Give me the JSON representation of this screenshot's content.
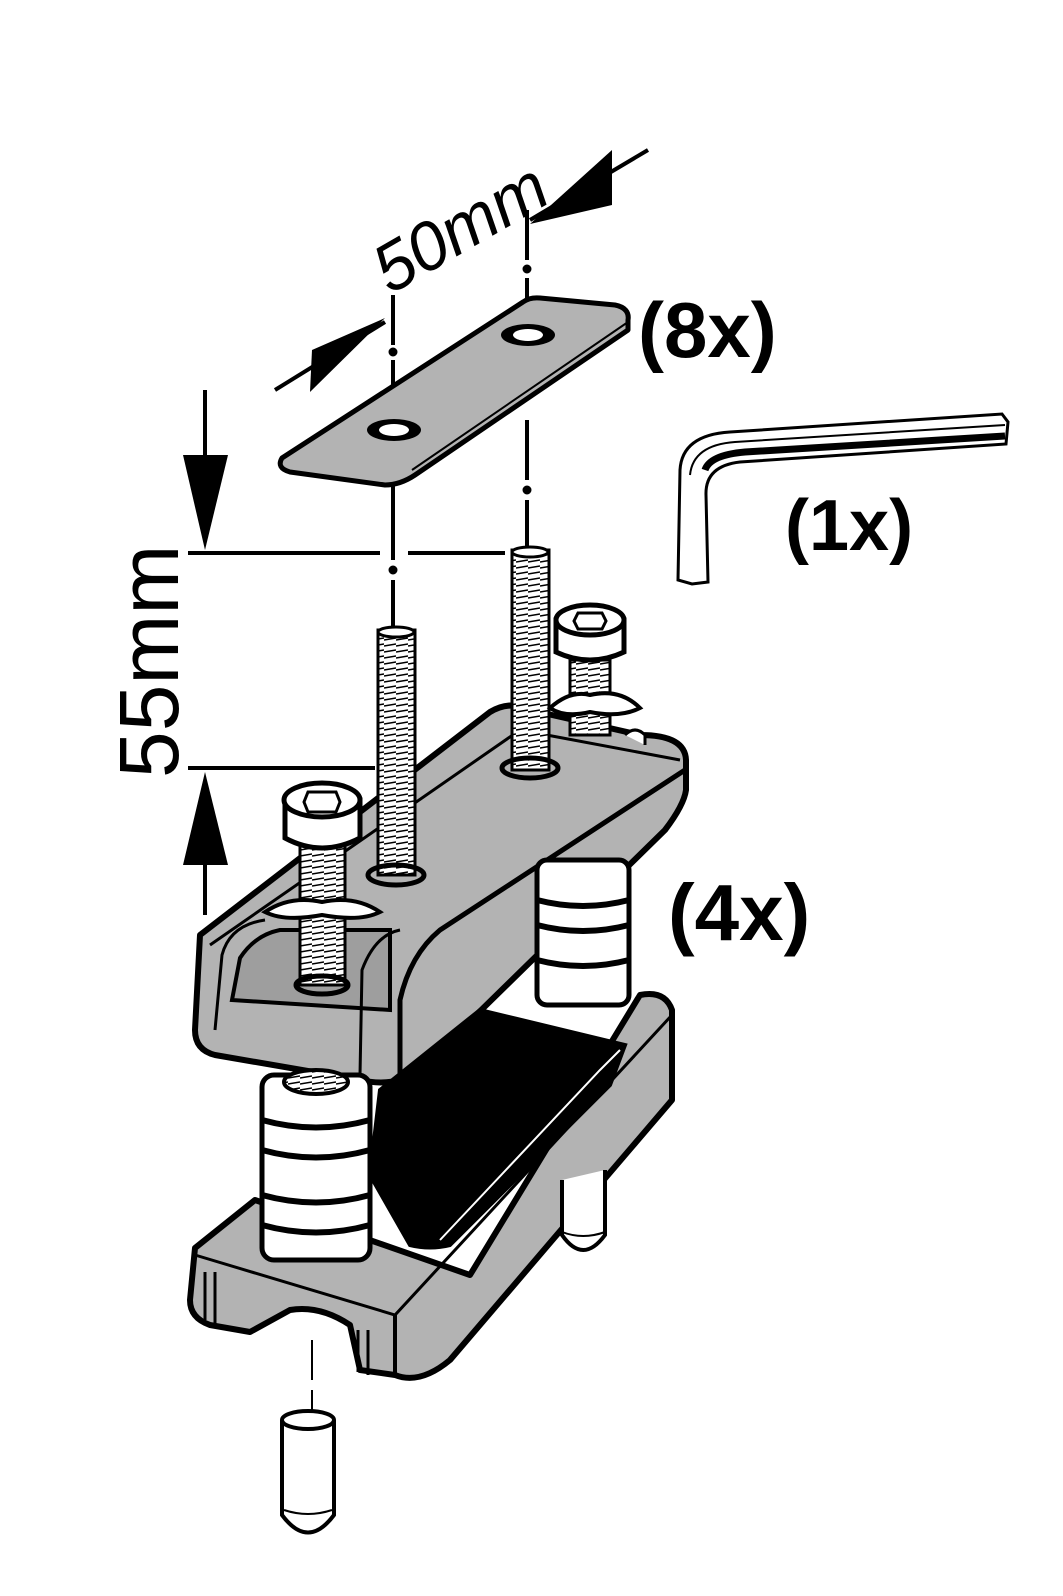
{
  "diagram": {
    "type": "exploded-assembly-illustration",
    "colors": {
      "part_fill": "#b3b3b3",
      "outline": "#000000",
      "highlight": "#ffffff",
      "background": "#ffffff"
    },
    "dimensions": {
      "horizontal_spacing": "50mm",
      "vertical_height": "55mm"
    },
    "quantities": {
      "plate": "(8x)",
      "hex_key": "(1x)",
      "clamp_assembly": "(4x)"
    },
    "parts": [
      {
        "name": "clamp plate",
        "quantity": "(8x)"
      },
      {
        "name": "hex key",
        "quantity": "(1x)"
      },
      {
        "name": "clamp assembly",
        "quantity": "(4x)"
      },
      {
        "name": "threaded rod"
      },
      {
        "name": "socket head cap screw"
      },
      {
        "name": "washer"
      },
      {
        "name": "spacer"
      },
      {
        "name": "end cap"
      }
    ]
  }
}
